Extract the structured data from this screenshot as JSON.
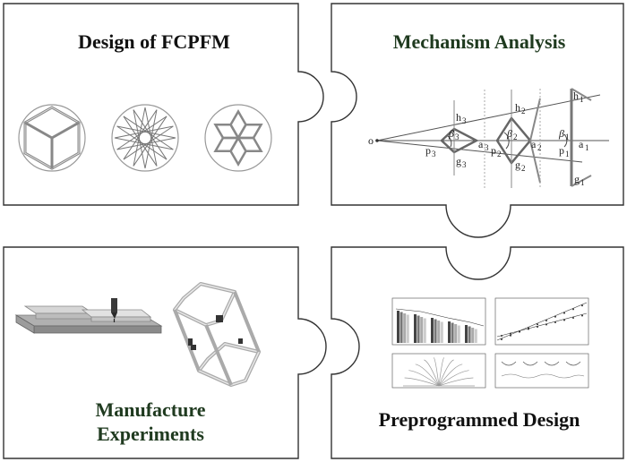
{
  "panels": {
    "design": {
      "title": "Design of FCPFM"
    },
    "mechanism": {
      "title": "Mechanism Analysis",
      "labels": {
        "o": "o",
        "h1": "h",
        "h2": "h",
        "h3": "h",
        "g1": "g",
        "g2": "g",
        "g3": "g",
        "p1": "p",
        "p2": "p",
        "p3": "p",
        "a1": "a",
        "a2": "a",
        "a3": "a",
        "beta1": "β",
        "beta2": "β",
        "beta3": "β",
        "s1": "1",
        "s2": "2",
        "s3": "3"
      }
    },
    "manufacture": {
      "title_line1": "Manufacture",
      "title_line2": "Experiments"
    },
    "preprogrammed": {
      "title": "Preprogrammed Design"
    }
  },
  "colors": {
    "title_dark": "#111111",
    "title_green": "#1f3a1f",
    "outline": "#333333",
    "mechanism_line": "#555555",
    "highlight": "#b34a4a"
  }
}
